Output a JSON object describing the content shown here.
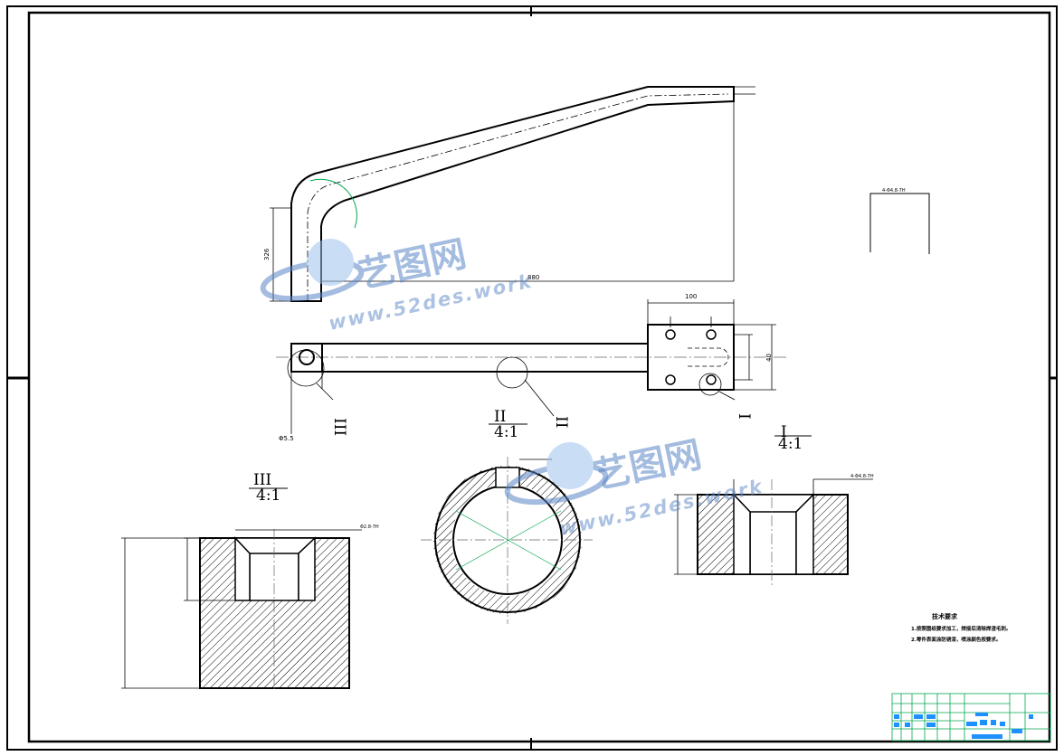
{
  "labels": {
    "section_I": "I",
    "section_II": "II",
    "section_III": "III",
    "scale": "4:1"
  },
  "dimensions": {
    "top_width": "880",
    "top_height": "326",
    "plate_width": "100",
    "plate_height": "40",
    "pin_hole": "Φ5.5",
    "hole_label_III": "Φ2.8-7H",
    "hole_label_I": "4-Φ4.8-7H"
  },
  "watermark": {
    "brand": "艺图网",
    "url": "www.52des.work"
  },
  "notes": {
    "title": "技术要求",
    "line1": "1.按照图纸要求加工，焊接后清除焊渣毛刺。",
    "line2": "2.零件表面涂防锈漆，喷涂颜色按要求。"
  },
  "colors": {
    "line": "#000000",
    "centerline": "#666666",
    "watermark": "#5b86c6",
    "title_block": "#00a84f",
    "title_fill": "#1e90ff"
  }
}
